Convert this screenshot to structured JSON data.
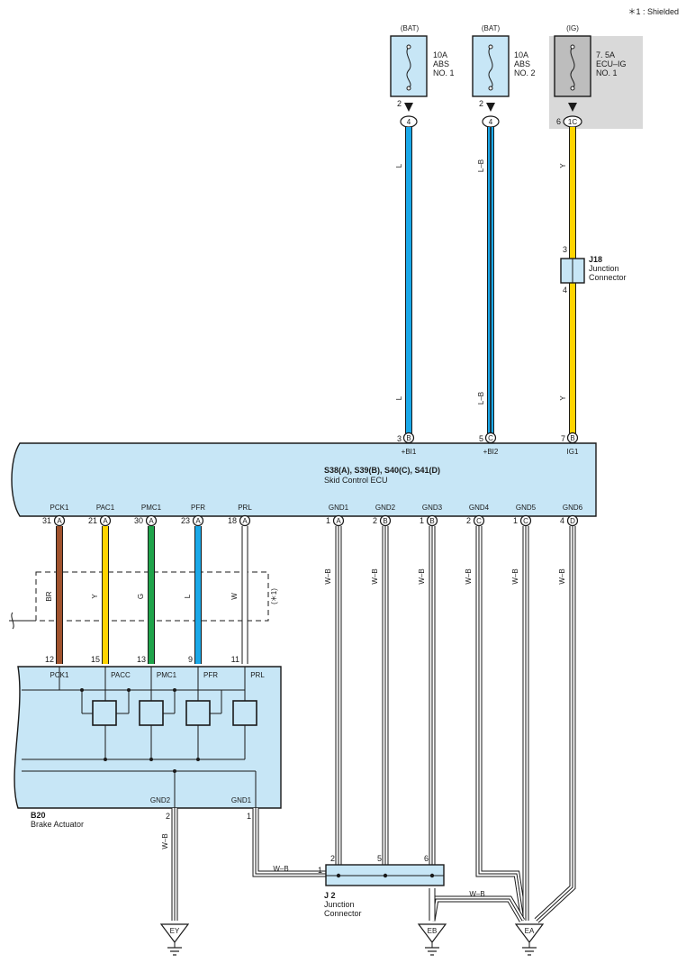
{
  "note": "＊1 : Shielded",
  "colors": {
    "blue": "#1aa8e8",
    "yellow": "#ffd400",
    "green": "#1fa34a",
    "brown": "#a0522d",
    "white_wire": "#ffffff",
    "ecu_fill": "#c7e6f6",
    "ig_shade": "#d9d9d9"
  },
  "fuses": [
    {
      "source": "(BAT)",
      "amp": "10A",
      "name1": "ABS",
      "name2": "NO. 1",
      "pin": "2",
      "conn": "4",
      "wire": "L",
      "ecu_pin": "3",
      "ecu_conn": "B",
      "terminal": "+BI1"
    },
    {
      "source": "(BAT)",
      "amp": "10A",
      "name1": "ABS",
      "name2": "NO. 2",
      "pin": "2",
      "conn": "4",
      "wire": "L–B",
      "ecu_pin": "5",
      "ecu_conn": "C",
      "terminal": "+BI2"
    },
    {
      "source": "(IG)",
      "amp": "7. 5A",
      "name1": "ECU–IG",
      "name2": "NO. 1",
      "pin": "6",
      "conn": "1C",
      "wire": "Y",
      "ecu_pin": "7",
      "ecu_conn": "B",
      "terminal": "IG1"
    }
  ],
  "j18": {
    "id": "J18",
    "label1": "Junction",
    "label2": "Connector",
    "pin_in": "3",
    "pin_out": "4"
  },
  "ecu": {
    "id": "S38(A), S39(B), S40(C), S41(D)",
    "name": "Skid Control ECU"
  },
  "ecu_bottom": [
    {
      "term": "PCK1",
      "pin": "31",
      "conn": "A",
      "wire": "BR",
      "act_pin": "12",
      "act_term": "PCK1"
    },
    {
      "term": "PAC1",
      "pin": "21",
      "conn": "A",
      "wire": "Y",
      "act_pin": "15",
      "act_term": "PACC"
    },
    {
      "term": "PMC1",
      "pin": "30",
      "conn": "A",
      "wire": "G",
      "act_pin": "13",
      "act_term": "PMC1"
    },
    {
      "term": "PFR",
      "pin": "23",
      "conn": "A",
      "wire": "L",
      "act_pin": "9",
      "act_term": "PFR"
    },
    {
      "term": "PRL",
      "pin": "18",
      "conn": "A",
      "wire": "W",
      "act_pin": "11",
      "act_term": "PRL"
    }
  ],
  "shield_label": "(＊1)",
  "grounds_ecu": [
    {
      "term": "GND1",
      "pin": "1",
      "conn": "A",
      "wire": "W–B"
    },
    {
      "term": "GND2",
      "pin": "2",
      "conn": "B",
      "wire": "W–B"
    },
    {
      "term": "GND3",
      "pin": "1",
      "conn": "B",
      "wire": "W–B"
    },
    {
      "term": "GND4",
      "pin": "2",
      "conn": "C",
      "wire": "W–B"
    },
    {
      "term": "GND5",
      "pin": "1",
      "conn": "C",
      "wire": "W–B"
    },
    {
      "term": "GND6",
      "pin": "4",
      "conn": "D",
      "wire": "W–B"
    }
  ],
  "actuator": {
    "id": "B20",
    "name": "Brake Actuator",
    "gnd2": "GND2",
    "gnd1": "GND1",
    "gnd2_pin": "2",
    "gnd1_pin": "1",
    "gnd2_wire": "W–B",
    "gnd1_wire": "W–B"
  },
  "j2": {
    "id": "J 2",
    "label1": "Junction",
    "label2": "Connector",
    "pin1": "1",
    "pin2": "2",
    "pin5": "5",
    "pin6": "6",
    "wire_eb": "W–B"
  },
  "grounds": [
    "EY",
    "EB",
    "EA"
  ]
}
